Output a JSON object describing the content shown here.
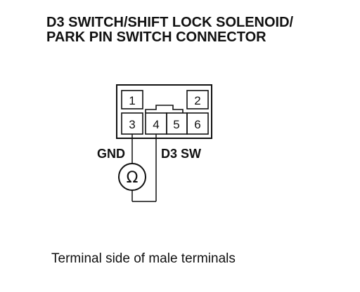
{
  "title": {
    "line1": "D3 SWITCH/SHIFT LOCK SOLENOID/",
    "line2": "PARK PIN SWITCH CONNECTOR"
  },
  "connector": {
    "pins": [
      "1",
      "2",
      "3",
      "4",
      "5",
      "6"
    ]
  },
  "probe": {
    "left_label": "GND",
    "right_label": "D3 SW",
    "meter_symbol": "Ω",
    "meter_icon": "ohmmeter-icon"
  },
  "caption": "Terminal side of male terminals"
}
